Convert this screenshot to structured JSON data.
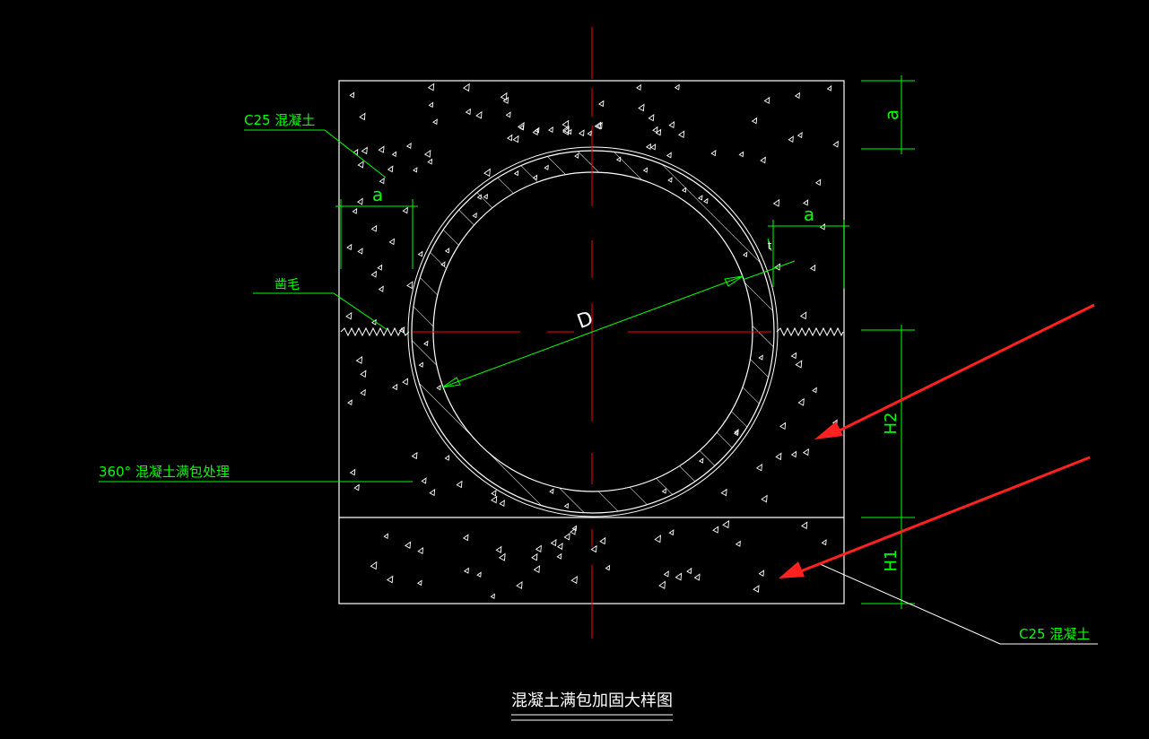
{
  "drawing": {
    "title": "混凝土满包加固大样图",
    "labels": {
      "concrete_top": "C25 混凝土",
      "chiseling": "凿毛",
      "full_encasement": "360° 混凝土满包处理",
      "concrete_bottom": "C25 混凝土"
    },
    "dimensions": {
      "a_top": "a",
      "a_left": "a",
      "a_right": "a",
      "pipe_diameter": "D",
      "wall_thickness": "t",
      "h2": "H2",
      "h1": "H1"
    }
  },
  "colors": {
    "background": "#000000",
    "outline": "#ffffff",
    "centerline": "#ff0000",
    "annotation": "#00ff00",
    "highlight_arrow": "#ff2020"
  }
}
